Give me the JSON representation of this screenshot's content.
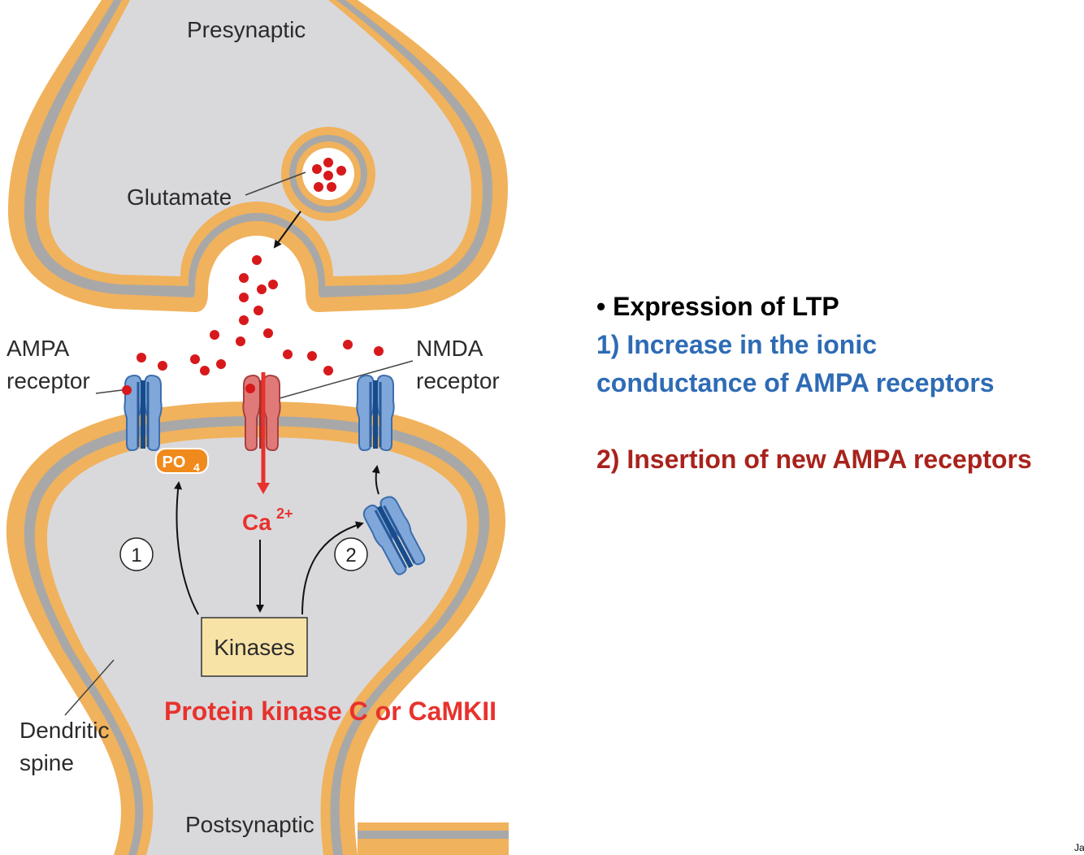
{
  "labels": {
    "presynaptic": "Presynaptic",
    "glutamate": "Glutamate",
    "ampa_line1": "AMPA",
    "ampa_line2": "receptor",
    "nmda_line1": "NMDA",
    "nmda_line2": "receptor",
    "po4_main": "PO",
    "po4_sub": "4",
    "ca_main": "Ca",
    "ca_sup": "2+",
    "step1": "1",
    "step2": "2",
    "kinases": "Kinases",
    "dendritic_line1": "Dendritic",
    "dendritic_line2": "spine",
    "postsynaptic": "Postsynaptic",
    "kinase_names": "Protein kinase C or CaMKII"
  },
  "notes": {
    "heading": "• Expression of LTP",
    "point1_line1": "1) Increase in the ionic",
    "point1_line2": "conductance of AMPA receptors",
    "point2": "2) Insertion of new AMPA receptors"
  },
  "corner_text": "Ja",
  "colors": {
    "membrane_outer": "#f0b25c",
    "membrane_middle": "#a8a8a8",
    "cytoplasm": "#d9d9dc",
    "glutamate": "#d7191c",
    "ampa_receptor": "#7fa7d9",
    "nmda_receptor": "#e07a78",
    "kinase_box": "#f8e3a7",
    "calcium_arrow": "#e8322d",
    "po4_tag": "#f08a1c",
    "heading": "#000000",
    "point1": "#2e6bb5",
    "point2": "#a8231c"
  }
}
